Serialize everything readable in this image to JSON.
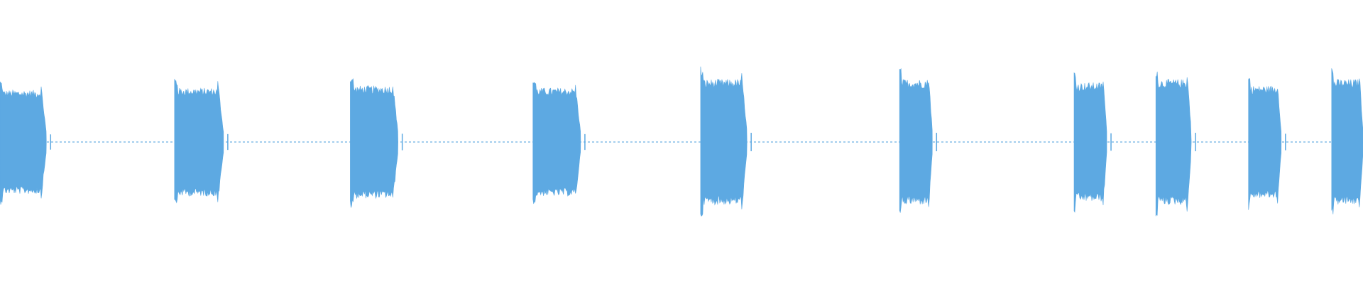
{
  "waveform": {
    "color": "#5DA9E2",
    "background": "#ffffff",
    "baseline_amplitude": 0.012,
    "segments": [
      {
        "start": 0.0,
        "end": 0.034,
        "amplitude": 0.48
      },
      {
        "start": 0.128,
        "end": 0.164,
        "amplitude": 0.5
      },
      {
        "start": 0.257,
        "end": 0.292,
        "amplitude": 0.52
      },
      {
        "start": 0.391,
        "end": 0.426,
        "amplitude": 0.5
      },
      {
        "start": 0.514,
        "end": 0.548,
        "amplitude": 0.58
      },
      {
        "start": 0.66,
        "end": 0.684,
        "amplitude": 0.58
      },
      {
        "start": 0.788,
        "end": 0.812,
        "amplitude": 0.55
      },
      {
        "start": 0.848,
        "end": 0.874,
        "amplitude": 0.58
      },
      {
        "start": 0.916,
        "end": 0.94,
        "amplitude": 0.52
      },
      {
        "start": 0.977,
        "end": 1.0,
        "amplitude": 0.58
      }
    ]
  }
}
